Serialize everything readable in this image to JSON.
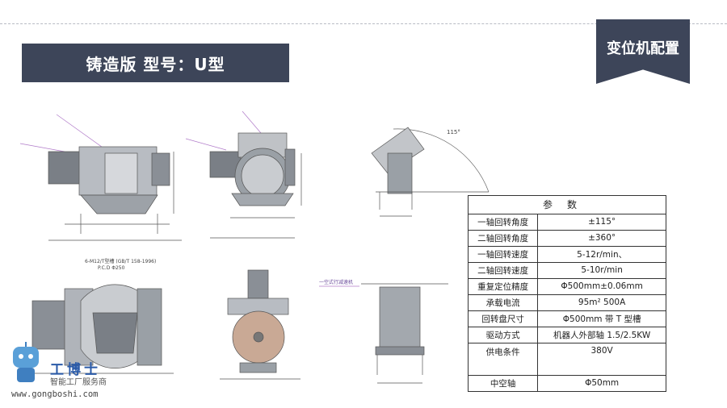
{
  "header": {
    "title": "铸造版 型号：U型",
    "tag": "变位机配置"
  },
  "drawings": {
    "top_right_angle": "115°",
    "callout_bolt": "6-M12/T型槽 (GB/T 158-1996)",
    "callout_pcd": "P.C.D Φ250",
    "callout_motor": "一空式行减速机"
  },
  "table": {
    "header": "参数",
    "rows": [
      {
        "label": "一轴回转角度",
        "value": "±115°"
      },
      {
        "label": "二轴回转角度",
        "value": "±360°"
      },
      {
        "label": "一轴回转速度",
        "value": "5-12r/min、"
      },
      {
        "label": "二轴回转速度",
        "value": "5-10r/min"
      },
      {
        "label": "重复定位精度",
        "value": "Φ500mm±0.06mm"
      },
      {
        "label": "承载电流",
        "value": "95m²      500A"
      },
      {
        "label": "回转盘尺寸",
        "value": "Φ500mm  带 T 型槽"
      },
      {
        "label": "驱动方式",
        "value": "机器人外部轴 1.5/2.5KW"
      },
      {
        "label": "供电条件",
        "value": "380V"
      },
      {
        "label": "中空轴",
        "value": "Φ50mm"
      }
    ]
  },
  "logo": {
    "name": "工博士",
    "subtitle": "智能工厂服务商",
    "url": "www.gongboshi.com"
  }
}
